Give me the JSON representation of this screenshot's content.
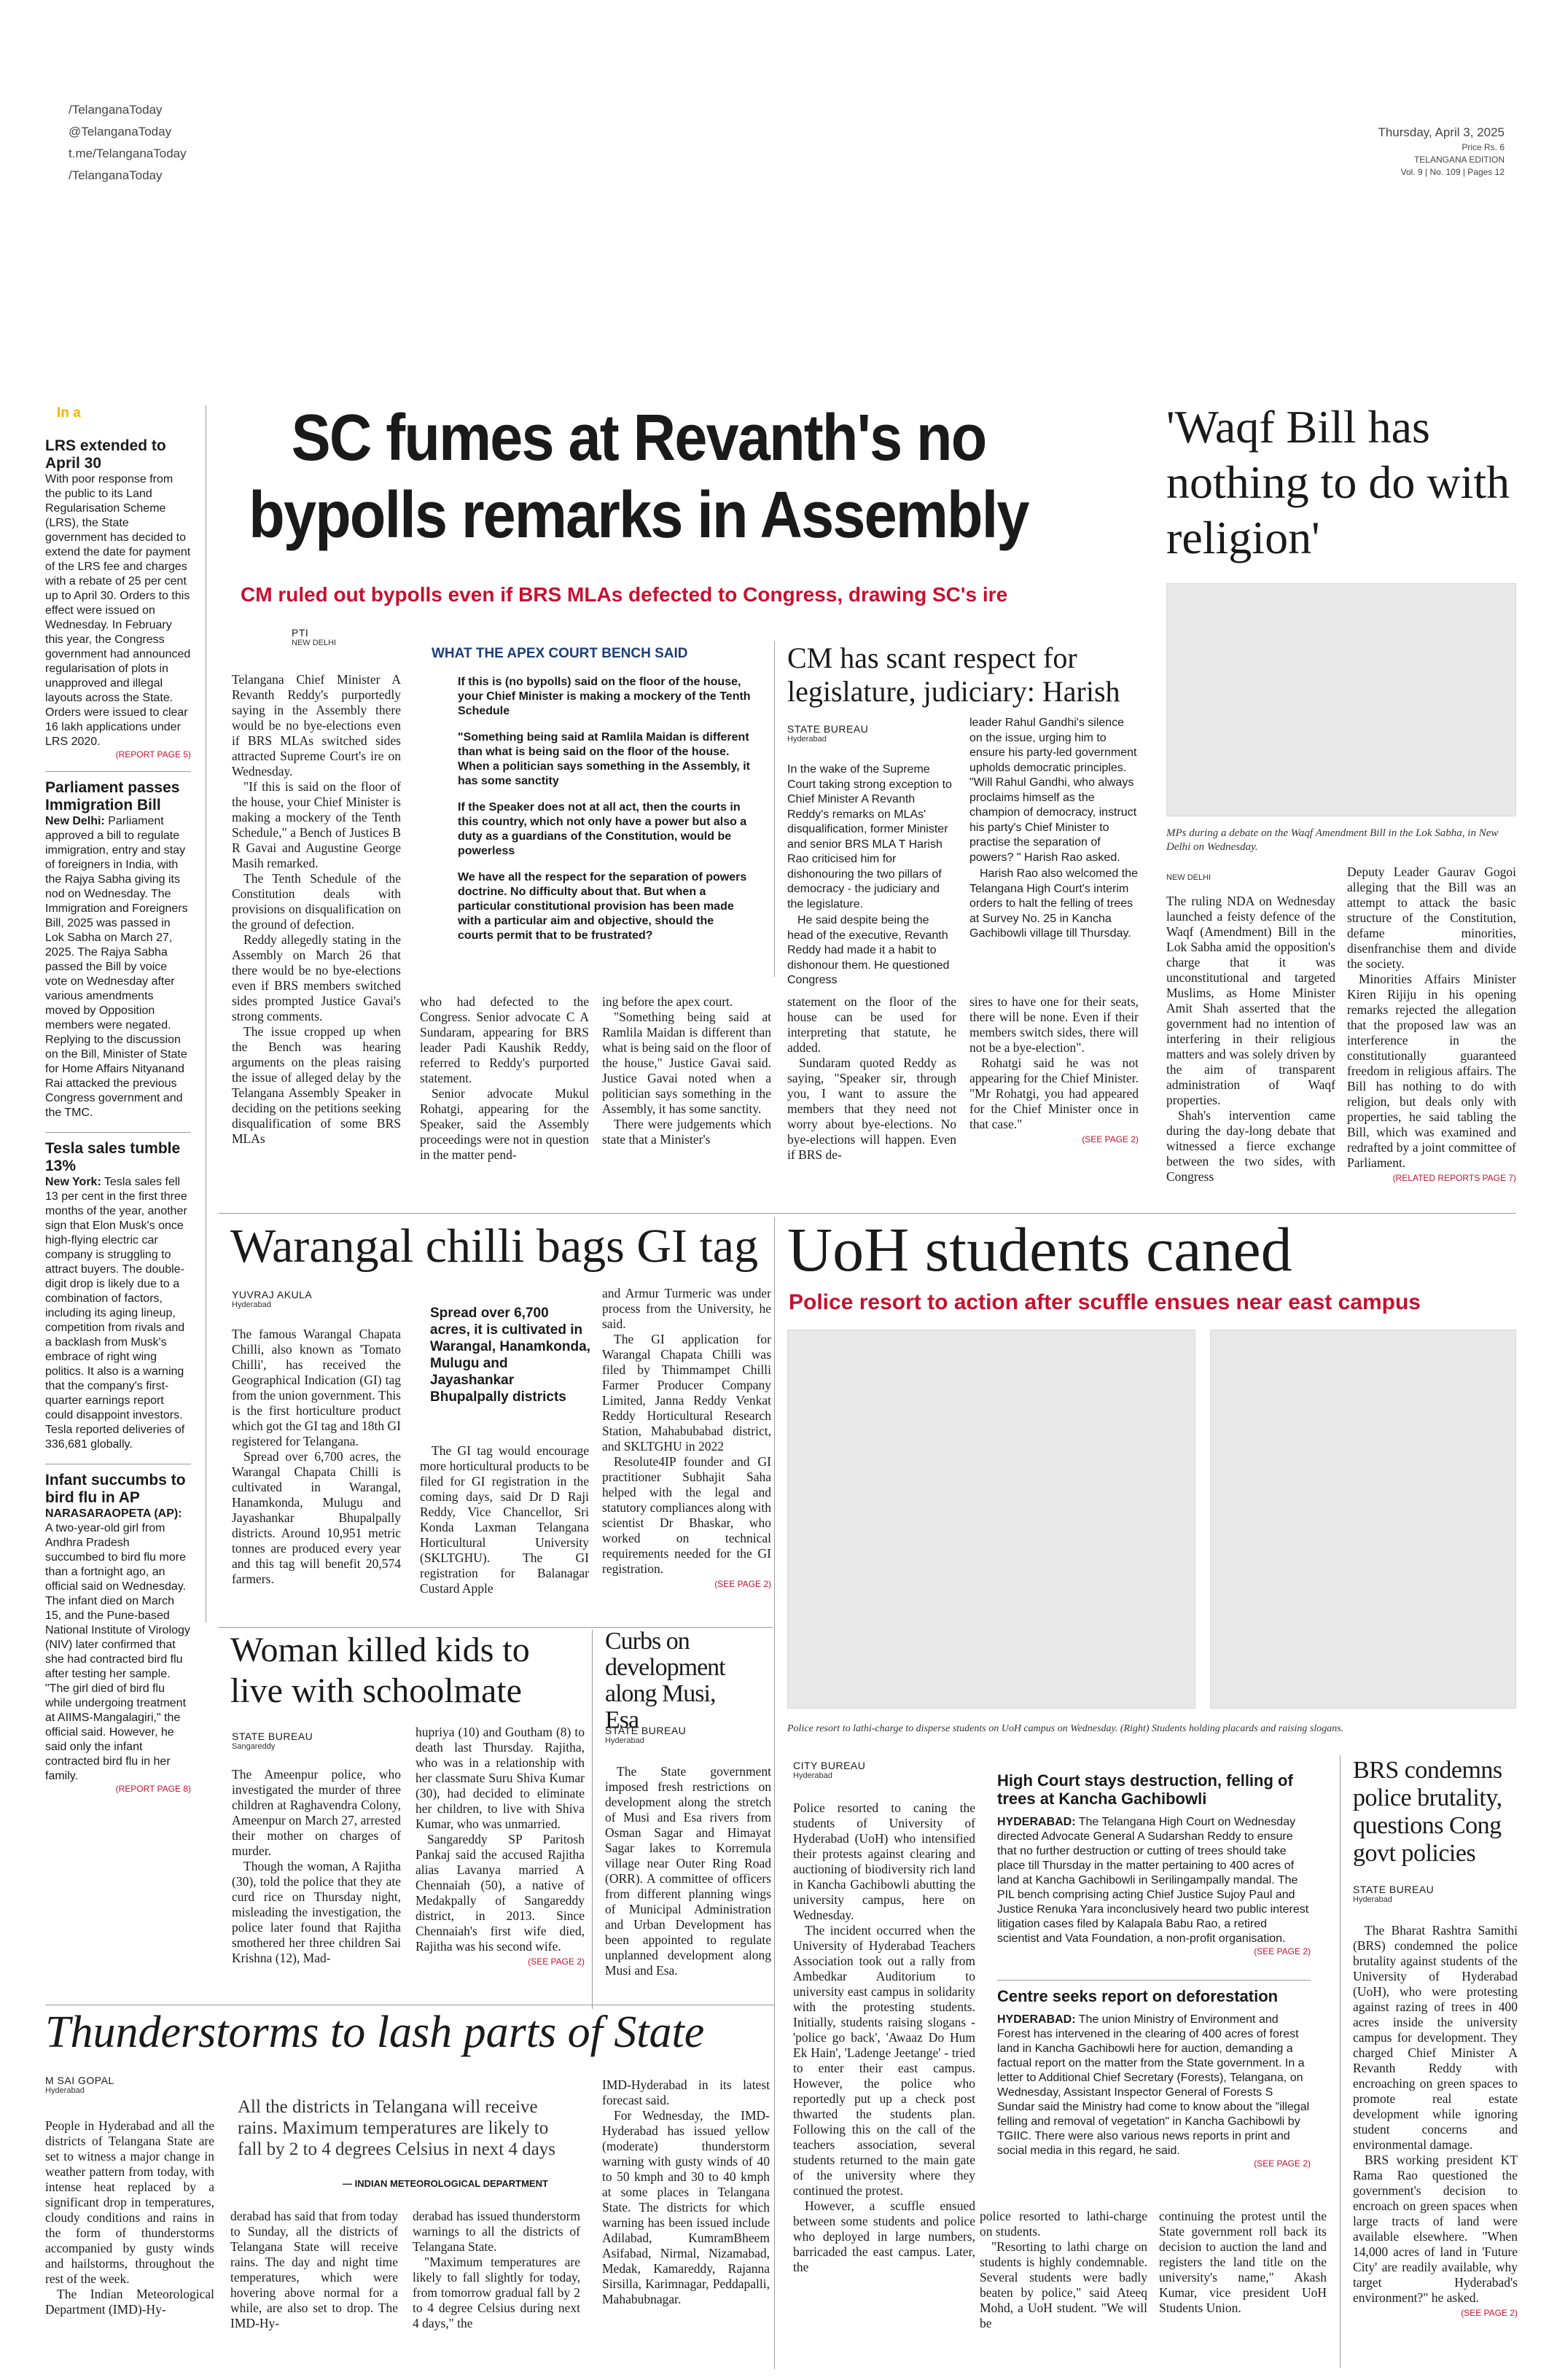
{
  "masthead": {
    "social": [
      "/TelanganaToday",
      "@TelanganaToday",
      "t.me/TelanganaToday",
      "/TelanganaToday"
    ],
    "date": "Thursday, April 3, 2025",
    "price": "Price Rs. 6",
    "edition": "TELANGANA EDITION",
    "volume": "Vol. 9 | No. 109 | Pages 12"
  },
  "in_a_label": "In a",
  "briefs": [
    {
      "head": "LRS extended to April 30",
      "lead": "",
      "body": "With poor response from the public to its Land Regularisation Scheme (LRS), the State government has decided to extend the date for payment of the LRS fee and charges with a rebate of 25 per cent up to April 30. Orders to this effect were issued on Wednesday. In February this year, the Congress government had announced regularisation of plots in unapproved and illegal layouts across the State. Orders were issued to clear 16 lakh applications under LRS 2020.",
      "see": "(REPORT PAGE 5)"
    },
    {
      "head": "Parliament passes Immigration Bill",
      "lead": "New Delhi:",
      "body": " Parliament approved a bill to regulate immigration, entry and stay of foreigners in India, with the Rajya Sabha giving its nod on Wednesday. The Immigration and Foreigners Bill, 2025 was passed in Lok Sabha on March 27, 2025. The Rajya Sabha passed the Bill by voice vote on Wednesday after various amendments moved by Opposition members were negated. Replying to the discussion on the Bill, Minister of State for Home Affairs Nityanand Rai attacked the previous Congress government and the TMC.",
      "see": ""
    },
    {
      "head": "Tesla sales tumble 13%",
      "lead": "New York:",
      "body": " Tesla sales fell 13 per cent in the first three months of the year, another sign that Elon Musk's once high-flying electric car company is struggling to attract buyers. The double-digit drop is likely due to a combination of factors, including its aging lineup, competition from rivals and a backlash from Musk's embrace of right wing politics. It also is a warning that the company's first-quarter earnings report could disappoint investors. Tesla reported deliveries of 336,681 globally.",
      "see": ""
    },
    {
      "head": "Infant succumbs to bird flu in AP",
      "lead": "NARASARAOPETA (AP):",
      "body": " A two-year-old girl from Andhra Pradesh succumbed to bird flu more than a fortnight ago, an official said on Wednesday. The infant died on March 15, and the Pune-based National Institute of Virology (NIV) later confirmed that she had contracted bird flu after testing her sample. \"The girl died of bird flu while undergoing treatment at AIIMS-Mangalagiri,\" the official said. However, he said only the infant contracted bird flu in her family.",
      "see": "(REPORT PAGE 8)"
    }
  ],
  "lead_story": {
    "headline_1": "SC fumes at Revanth's no",
    "headline_2": "bypolls remarks in Assembly",
    "subhead": "CM ruled out bypolls even if BRS MLAs defected to Congress, drawing SC's ire",
    "byline": "PTI",
    "dateline": "NEW DELHI",
    "col1": [
      "Telangana Chief Minister A Revanth Reddy's purportedly saying in the Assembly there would be no bye-elections even if BRS MLAs switched sides attracted Supreme Court's ire on Wednesday.",
      "\"If this is said on the floor of the house, your Chief Minister is making a mockery of the Tenth Schedule,\" a Bench of Justices B R Gavai and Augustine George Masih remarked.",
      "The Tenth Schedule of the Constitution deals with provisions on disqualification on the ground of defection.",
      "Reddy allegedly stating in the Assembly on March 26 that there would be no bye-elections even if BRS members switched sides prompted Justice Gavai's strong comments.",
      "The issue cropped up when the Bench was hearing arguments on the pleas raising the issue of alleged delay by the Telangana Assembly Speaker in deciding on the petitions seeking disqualification of some BRS MLAs"
    ],
    "col2": [
      "who had defected to the Congress. Senior advocate C A Sundaram, appearing for BRS leader Padi Kaushik Reddy, referred to Reddy's purported statement.",
      "Senior advocate Mukul Rohatgi, appearing for the Speaker, said the Assembly proceedings were not in question in the matter pend-"
    ],
    "col3": [
      "ing before the apex court.",
      "\"Something being said at Ramlila Maidan is different than what is being said on the floor of the house,\" Justice Gavai said. Justice Gavai noted when a politician says something in the Assembly, it has some sanctity.",
      "There were judgements which state that a Minister's"
    ],
    "col4": [
      "statement on the floor of the house can be used for interpreting that statute, he added.",
      "Sundaram quoted Reddy as saying, \"Speaker sir, through you, I want to assure the members that they need not worry about bye-elections. No bye-elections will happen. Even if BRS de-"
    ],
    "col5": [
      "sires to have one for their seats, there will be none. Even if their members switch sides, there will not be a bye-election\".",
      "Rohatgi said he was not appearing for the Chief Minister. \"Mr Rohatgi, you had appeared for the Chief Minister once in that case.\""
    ],
    "see": "(SEE PAGE 2)"
  },
  "apex_box": {
    "title": "WHAT THE APEX COURT BENCH SAID",
    "quotes": [
      "If this is (no bypolls) said on the floor of the house, your Chief Minister is making a mockery of the Tenth Schedule",
      "\"Something being said at Ramlila Maidan is different than what is being said on the floor of the house. When a politician says something in the Assembly, it has some sanctity",
      "If the Speaker does not at all act, then the courts in this country, which not only have a power but also a duty as a guardians of the Constitution, would be powerless",
      "We have all the respect for the separation of powers doctrine. No difficulty about that. But when a particular constitutional provision has been made with a particular aim and objective, should the courts permit that to be frustrated?"
    ]
  },
  "harish": {
    "headline": "CM has scant respect for legislature, judiciary: Harish",
    "byline": "STATE BUREAU",
    "dateline": "Hyderabad",
    "col1": [
      "In the wake of the Supreme Court taking strong exception to Chief Minister A Revanth Reddy's remarks on MLAs' disqualification, former Minister and senior BRS MLA T Harish Rao criticised him for dishonouring the two pillars of democracy - the judiciary and the legislature.",
      "He said despite being the head of the executive, Revanth Reddy had made it a habit to dishonour them. He questioned Congress"
    ],
    "col2": [
      "leader Rahul Gandhi's silence on the issue, urging him to ensure his party-led government upholds democratic principles. \"Will Rahul Gandhi, who always proclaims himself as the champion of democracy, instruct his party's Chief Minister to practise the separation of powers? \" Harish Rao asked.",
      "Harish Rao also welcomed the Telangana High Court's interim orders to halt the felling of trees at Survey No. 25 in Kancha Gachibowli village till Thursday."
    ]
  },
  "waqf": {
    "headline": "'Waqf Bill has nothing to do with religion'",
    "caption": "MPs during a debate on the Waqf Amendment Bill in the Lok Sabha, in New Delhi on Wednesday.",
    "dateline": "NEW DELHI",
    "col1": [
      "The ruling NDA on Wednesday launched a feisty defence of the Waqf (Amendment) Bill in the Lok Sabha amid the opposition's charge that it was unconstitutional and targeted Muslims, as Home Minister Amit Shah asserted that the government had no intention of interfering in their religious matters and was solely driven by the aim of transparent administration of Waqf properties.",
      "Shah's intervention came during the day-long debate that witnessed a fierce exchange between the two sides, with Congress"
    ],
    "col2": [
      "Deputy Leader Gaurav Gogoi alleging that the Bill was an attempt to attack the basic structure of the Constitution, defame minorities, disenfranchise them and divide the society.",
      "Minorities Affairs Minister Kiren Rijiju in his opening remarks rejected the allegation that the proposed law was an interference in the constitutionally guaranteed freedom in religious affairs. The Bill has nothing to do with religion, but deals only with properties, he said tabling the Bill, which was examined and redrafted by a joint committee of Parliament."
    ],
    "see": "(RELATED REPORTS PAGE 7)"
  },
  "chilli": {
    "headline": "Warangal chilli bags GI tag",
    "byline": "YUVRAJ AKULA",
    "dateline": "Hyderabad",
    "col1": [
      "The famous Warangal Chapata Chilli, also known as 'Tomato Chilli', has received the Geographical Indication (GI) tag from the union government. This is the first horticulture product which got the GI tag and 18th GI registered for Telangana.",
      "Spread over 6,700 acres, the Warangal Chapata Chilli is cultivated in Warangal, Hanamkonda, Mulugu and Jayashankar Bhupalpally districts. Around 10,951 metric tonnes are produced every year and this tag will benefit 20,574 farmers."
    ],
    "pull": "Spread over 6,700 acres, it is cultivated in Warangal, Hanamkonda, Mulugu and Jayashankar Bhupalpally districts",
    "col2": [
      "The GI tag would encourage more horticultural products to be filed for GI registration in the coming days, said Dr D Raji Reddy, Vice Chancellor, Sri Konda Laxman Telangana Horticultural University (SKLTGHU). The GI registration for Balanagar Custard Apple"
    ],
    "col3": [
      "and Armur Turmeric was under process from the University, he said.",
      "The GI application for Warangal Chapata Chilli was filed by Thimmampet Chilli Farmer Producer Company Limited, Janna Reddy Venkat Reddy Horticultural Research Station, Mahabubabad district, and SKLTGHU in 2022",
      "Resolute4IP founder and GI practitioner Subhajit Saha helped with the legal and statutory compliances along with scientist Dr Bhaskar, who worked on technical requirements needed for the GI registration."
    ],
    "see": "(SEE PAGE 2)"
  },
  "uoh": {
    "headline": "UoH students caned",
    "subhead": "Police resort to action after scuffle ensues near east campus",
    "caption": "Police resort to lathi-charge to disperse students on UoH campus on Wednesday. (Right) Students holding placards and raising slogans.",
    "byline": "CITY BUREAU",
    "dateline": "Hyderabad",
    "col1": [
      "Police resorted to caning the students of University of Hyderabad (UoH) who intensified their protests against clearing and auctioning of biodiversity rich land in Kancha Gachibowli abutting the university campus, here on Wednesday.",
      "The incident occurred when the University of Hyderabad Teachers Association took out a rally from Ambedkar Auditorium to university east campus in solidarity with the protesting students. Initially, students raising slogans - 'police go back', 'Awaaz Do Hum Ek Hain', 'Ladenge Jeetange' - tried to enter their east campus. However, the police who reportedly put up a check post thwarted the students plan. Following this on the call of the teachers association, several students returned to the main gate of the university where they continued the protest.",
      "However, a scuffle ensued between some students and police who deployed in large numbers, barricaded the east campus. Later, the"
    ],
    "col2": [
      "police resorted to lathi-charge on students.",
      "\"Resorting to lathi charge on students is highly condemnable. Several students were badly beaten by police,\" said Ateeq Mohd, a UoH student. \"We will be"
    ],
    "col3": [
      "continuing the protest until the State government roll back its decision to auction the land and registers the land title on the university's name,\" Akash Kumar, vice president UoH Students Union."
    ]
  },
  "hc_box": {
    "head": "High Court stays destruction, felling of trees at Kancha Gachibowli",
    "lead": "HYDERABAD:",
    "body": " The Telangana High Court on Wednesday directed Advocate General A Sudarshan Reddy to ensure that no further destruction or cutting of trees should take place till Thursday in the matter pertaining to 400 acres of land at Kancha Gachibowli in Serilingampally mandal. The PIL bench comprising acting Chief Justice Sujoy Paul and Justice Renuka Yara inconclusively heard two public interest litigation cases filed by Kalapala Babu Rao, a retired scientist and Vata Foundation, a non-profit organisation.",
    "see": "(SEE PAGE 2)"
  },
  "centre_box": {
    "head": "Centre seeks report on deforestation",
    "lead": "HYDERABAD:",
    "body": " The union Ministry of Environment and Forest has intervened in the clearing of 400 acres of forest land in Kancha Gachibowli here for auction, demanding a factual report on the matter from the State government. In a letter to Additional Chief Secretary (Forests), Telangana, on Wednesday, Assistant Inspector General of Forests S Sundar said the Ministry had come to know about the \"illegal felling and removal of vegetation\" in Kancha Gachibowli by TGIIC. There were also various news reports in print and social media in this regard, he said.",
    "see": "(SEE PAGE 2)"
  },
  "brs": {
    "headline": "BRS condemns police brutality, questions Cong govt policies",
    "byline": "STATE BUREAU",
    "dateline": "Hyderabad",
    "body": [
      "The Bharat Rashtra Samithi (BRS) condemned the police brutality against students of the University of Hyderabad (UoH), who were protesting against razing of trees in 400 acres inside the university campus for development. They charged Chief Minister A Revanth Reddy with encroaching on green spaces to promote real estate development while ignoring student concerns and environmental damage.",
      "BRS working president KT Rama Rao questioned the government's decision to encroach on green spaces when large tracts of land were available elsewhere. \"When 14,000 acres of land in 'Future City' are readily available, why target Hyderabad's environment?\" he asked."
    ],
    "see": "(SEE PAGE 2)"
  },
  "woman": {
    "headline": "Woman killed kids to live with schoolmate",
    "byline": "STATE BUREAU",
    "dateline": "Sangareddy",
    "col1": [
      "The Ameenpur police, who investigated the murder of three children at Raghavendra Colony, Ameenpur on March 27, arrested their mother on charges of murder.",
      "Though the woman, A Rajitha (30), told the police that they ate curd rice on Thursday night, misleading the investigation, the police later found that Rajitha smothered her three children Sai Krishna (12), Mad-"
    ],
    "col2": [
      "hupriya (10) and Goutham (8) to death last Thursday. Rajitha, who was in a relationship with her classmate Suru Shiva Kumar (30), had decided to eliminate her children, to live with Shiva Kumar, who was unmarried.",
      "Sangareddy SP Paritosh Pankaj said the accused Rajitha alias Lavanya married A Chennaiah (50), a native of Medakpally of Sangareddy district, in 2013. Since Chennaiah's first wife died, Rajitha was his second wife."
    ],
    "see": "(SEE PAGE 2)"
  },
  "musi": {
    "headline": "Curbs on development along Musi, Esa",
    "byline": "STATE BUREAU",
    "dateline": "Hyderabad",
    "body": [
      "The State government imposed fresh restrictions on development along the stretch of Musi and Esa rivers from Osman Sagar and Himayat Sagar lakes to Korremula village near Outer Ring Road (ORR). A committee of officers from different planning wings of Municipal Administration and Urban Development has been appointed to regulate unplanned development along Musi and Esa."
    ]
  },
  "thunder": {
    "headline": "Thunderstorms to lash parts of State",
    "byline": "M SAI GOPAL",
    "dateline": "Hyderabad",
    "col1": [
      "People in Hyderabad and all the districts of Telangana State are set to witness a major change in weather pattern from today, with intense heat replaced by a significant drop in temperatures, cloudy conditions and rains in the form of thunderstorms accompanied by gusty winds and hailstorms, throughout the rest of the week.",
      "The Indian Meteorological Department (IMD)-Hy-"
    ],
    "quote": "All the districts in Telangana will receive rains. Maximum temperatures are likely to fall by 2 to 4 degrees Celsius in next 4 days",
    "quote_src": "— INDIAN METEOROLOGICAL DEPARTMENT",
    "col2": [
      "derabad has said that from today to Sunday, all the districts of Telangana State will receive rains. The day and night time temperatures, which were hovering above normal for a while, are also set to drop. The IMD-Hy-"
    ],
    "col3": [
      "derabad has issued thunderstorm warnings to all the districts of Telangana State.",
      "\"Maximum temperatures are likely to fall slightly for today, from tomorrow gradual fall by 2 to 4 degree Celsius during next 4 days,\" the"
    ],
    "col4": [
      "IMD-Hyderabad in its latest forecast said.",
      "For Wednesday, the IMD-Hyderabad has issued yellow (moderate) thunderstorm warning with gusty winds of 40 to 50 kmph and 30 to 40 kmph at some places in Telangana State. The districts for which warning has been issued include Adilabad, KumramBheem Asifabad, Nirmal, Nizamabad, Medak, Kamareddy, Rajanna Sirsilla, Karimnagar, Peddapalli, Mahabubnagar."
    ]
  }
}
